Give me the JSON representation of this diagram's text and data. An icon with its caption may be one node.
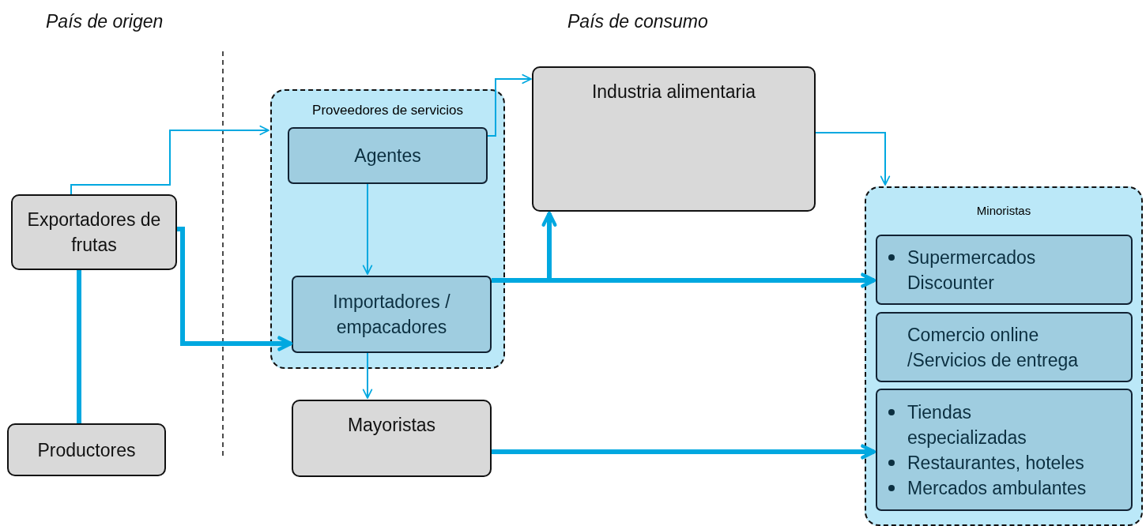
{
  "diagram": {
    "nodes": [
      {
        "text": [
          "Exportadores de frutas"
        ]
      },
      {
        "text": [
          "Productores"
        ]
      },
      {
        "text": [
          "Proveedores de servicios"
        ]
      },
      {
        "text": [
          "Agentes"
        ],
        "in": 2
      },
      {
        "text": [
          "Importadores / empacadores"
        ],
        "in": 2
      },
      {
        "text": [
          "Mayoristas"
        ]
      },
      {
        "text": [
          "Industria alimentaria"
        ]
      },
      {
        "text": [
          "Minoristas"
        ]
      },
      {
        "text": [
          "Supermercados Discounter"
        ],
        "in": 7
      },
      {
        "text": [
          "Comercio online /Servicios de entrega"
        ],
        "in": 7
      },
      {
        "text": [
          "Tiendas especializadas",
          "Restaurantes, hoteles",
          "Mercados ambulantes"
        ],
        "in": 7
      }
    ],
    "edges": [
      {
        "from": 1,
        "to": 0,
        "arrow": "none",
        "style": "thick"
      },
      {
        "from": 0,
        "to": 2,
        "arrow": "to"
      },
      {
        "from": 0,
        "to": 4,
        "arrow": "to",
        "style": "thick"
      },
      {
        "from": 3,
        "to": 6,
        "arrow": "to"
      },
      {
        "from": 3,
        "to": 4,
        "arrow": "to"
      },
      {
        "from": 4,
        "to": 5,
        "arrow": "to"
      },
      {
        "from": 4,
        "to": 6,
        "arrow": "to",
        "style": "thick"
      },
      {
        "from": 4,
        "to": 8,
        "arrow": "to",
        "style": "thick"
      },
      {
        "from": 6,
        "to": 7,
        "arrow": "to"
      },
      {
        "from": 5,
        "to": 10,
        "arrow": "to",
        "style": "thick"
      }
    ],
    "labels": [
      "País de origen",
      "País de consumo"
    ]
  }
}
